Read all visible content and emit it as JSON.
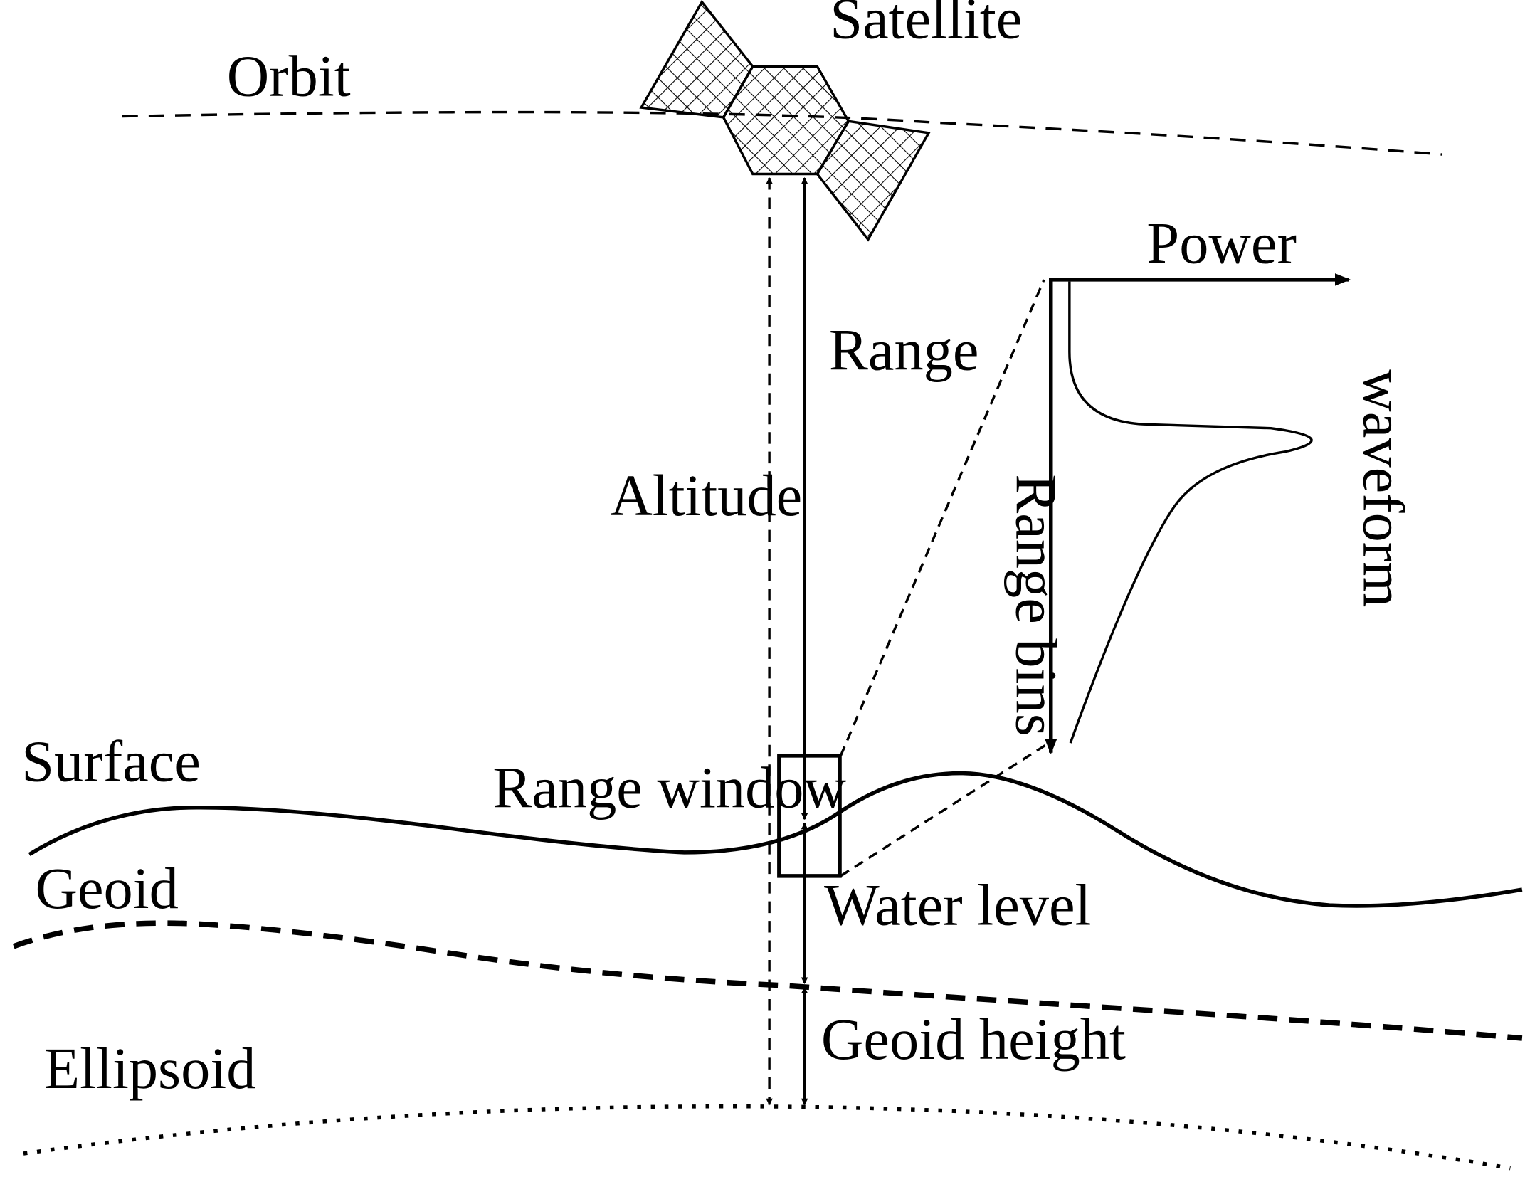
{
  "labels": {
    "satellite": "Satellite",
    "orbit": "Orbit",
    "power": "Power",
    "range": "Range",
    "waveform": "waveform",
    "altitude": "Altitude",
    "range_bins": "Range bins",
    "surface": "Surface",
    "range_window": "Range window",
    "geoid": "Geoid",
    "water_level": "Water level",
    "geoid_height": "Geoid height",
    "ellipsoid": "Ellipsoid"
  }
}
